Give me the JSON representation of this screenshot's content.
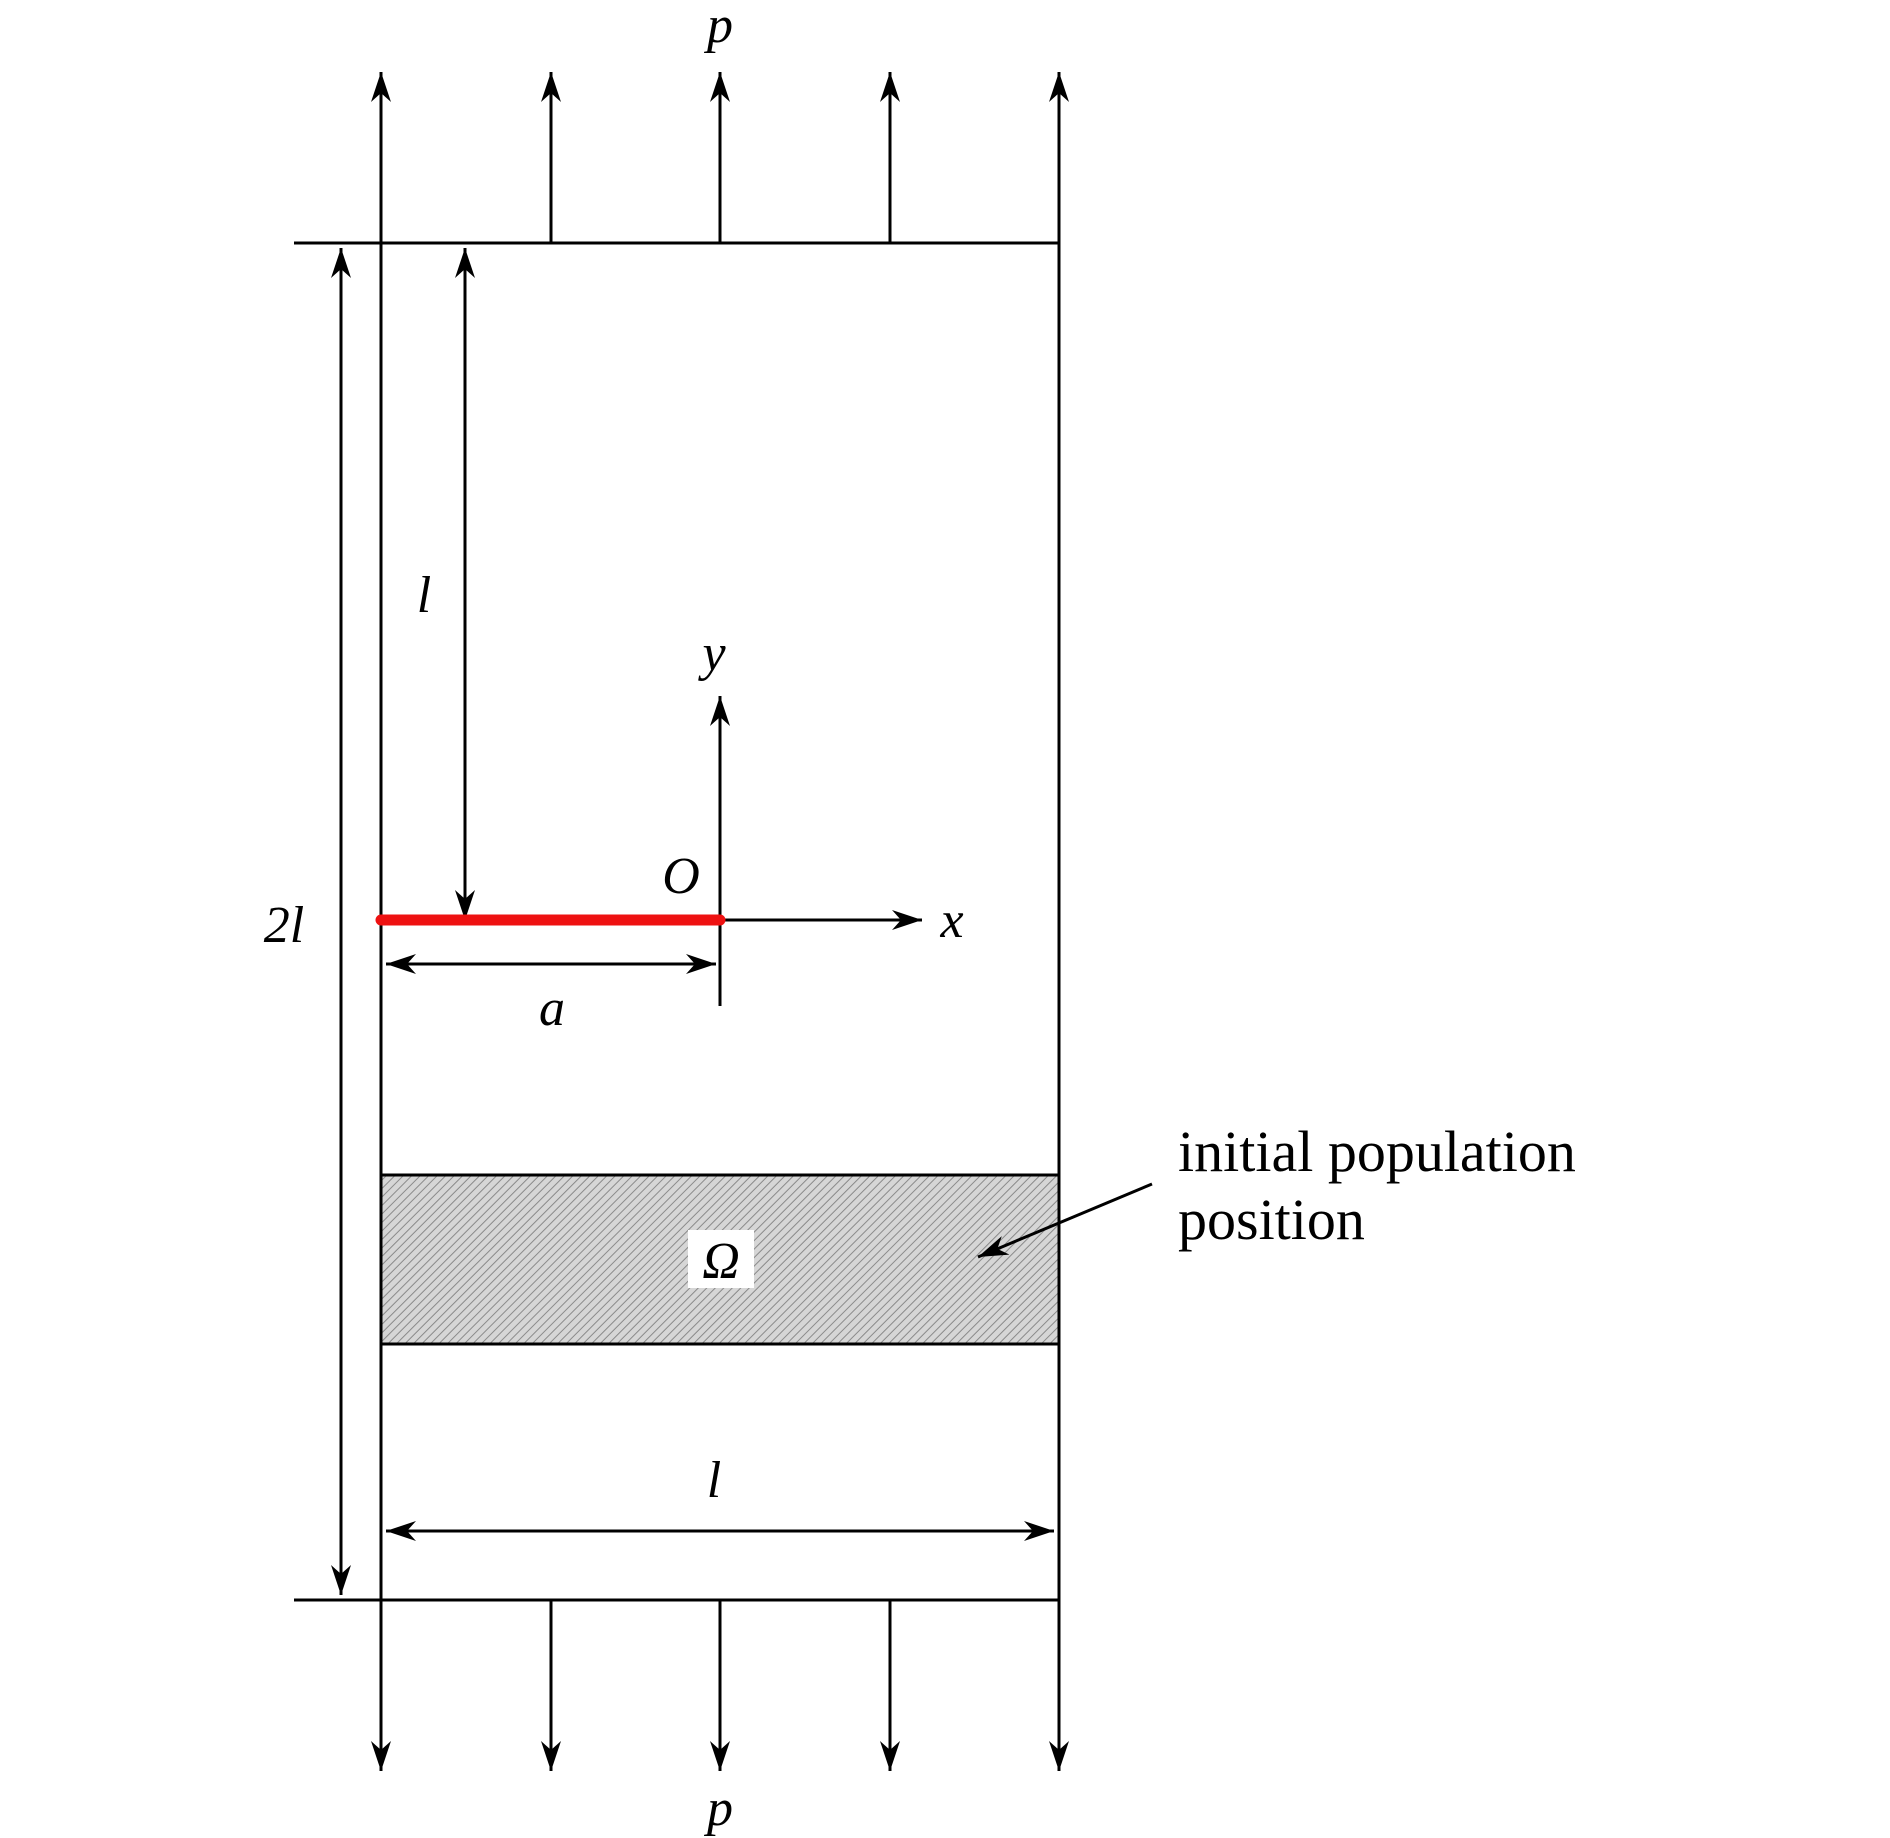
{
  "labels": {
    "load_top": "p",
    "load_bottom": "p",
    "height_dim": "2l",
    "crack_position_dim": "l",
    "crack_length_dim": "a",
    "width_dim": "l",
    "origin": "O",
    "x_axis": "x",
    "y_axis": "y",
    "region": "Ω"
  },
  "annotation": {
    "line1": "initial population",
    "line2": "position"
  },
  "colors": {
    "line": "#000000",
    "crack": "#ee1111",
    "region_fill": "#d6d6d6",
    "hatch": "#8a8a8a"
  }
}
